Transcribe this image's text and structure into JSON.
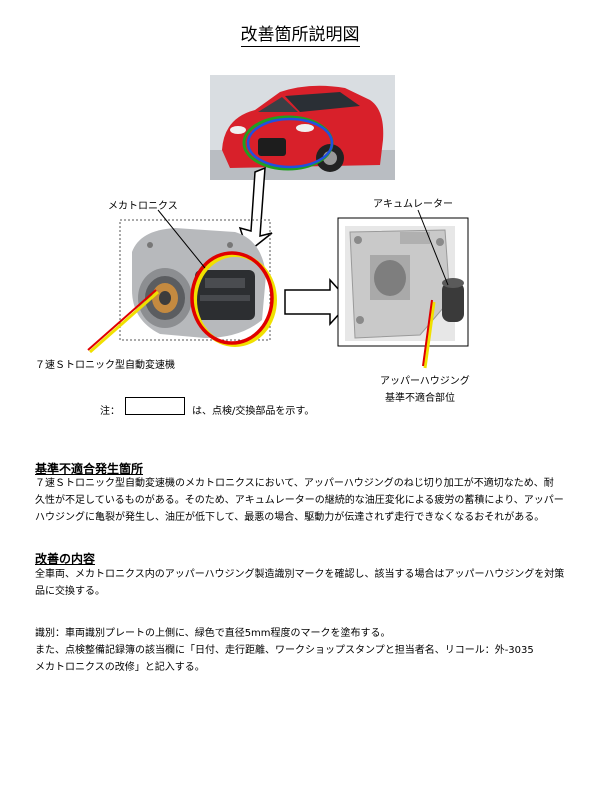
{
  "page": {
    "title": "改善箇所説明図"
  },
  "diagram": {
    "mechatronics_label": "メカトロニクス",
    "accumulator_label": "アキュムレーター",
    "transmission_label": "７速Ｓトロニック型自動変速機",
    "upper_housing_label_line1": "アッパーハウジング",
    "upper_housing_label_line2": "基準不適合部位",
    "note_prefix": "注：",
    "note_suffix": "は、点検/交換部品を示す。",
    "colors": {
      "car_body": "#d8202a",
      "circle_red": "#e00000",
      "circle_yellow": "#f0e000",
      "circle_green": "#20a020",
      "circle_blue": "#2050e0"
    }
  },
  "sections": {
    "defect": {
      "heading": "基準不適合発生箇所",
      "line1": "７速Ｓトロニック型自動変速機のメカトロニクスにおいて、アッパーハウジングのねじ切り加工が不適切なため、耐",
      "line2": "久性が不足しているものがある。そのため、アキュムレーターの継続的な油圧変化による疲労の蓄積により、アッパー",
      "line3": "ハウジングに亀裂が発生し、油圧が低下して、最悪の場合、駆動力が伝達されず走行できなくなるおそれがある。"
    },
    "improvement": {
      "heading": "改善の内容",
      "line1": "全車両、メカトロニクス内のアッパーハウジング製造識別マークを確認し、該当する場合はアッパーハウジングを対策",
      "line2": "品に交換する。"
    },
    "identification": {
      "line1": "識別：車両識別プレートの上側に、緑色で直径5mm程度のマークを塗布する。",
      "line2": "また、点検整備記録簿の該当欄に「日付、走行距離、ワークショップスタンプと担当者名、リコール：外-3035",
      "line3": "メカトロニクスの改修」と記入する。"
    }
  }
}
